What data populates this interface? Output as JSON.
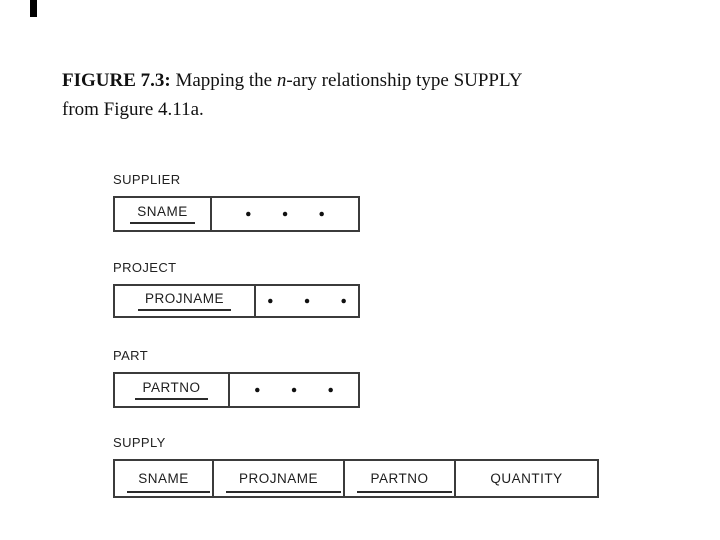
{
  "caption": {
    "bold": "FIGURE 7.3:",
    "after_bold": " Mapping the ",
    "italic": "n",
    "after_italic": "-ary relationship type SUPPLY",
    "line2": "from Figure 4.11a."
  },
  "diagram": {
    "tables": [
      {
        "name": "SUPPLIER",
        "columns": [
          {
            "label": "SNAME",
            "underlined": true
          },
          {
            "label": ". . .",
            "underlined": false
          }
        ]
      },
      {
        "name": "PROJECT",
        "columns": [
          {
            "label": "PROJNAME",
            "underlined": true
          },
          {
            "label": ". . .",
            "underlined": false
          }
        ]
      },
      {
        "name": "PART",
        "columns": [
          {
            "label": "PARTNO",
            "underlined": true
          },
          {
            "label": ". . .",
            "underlined": false
          }
        ]
      },
      {
        "name": "SUPPLY",
        "columns": [
          {
            "label": "SNAME",
            "underlined": true
          },
          {
            "label": "PROJNAME",
            "underlined": true
          },
          {
            "label": "PARTNO",
            "underlined": true
          },
          {
            "label": "QUANTITY",
            "underlined": false
          }
        ]
      }
    ]
  },
  "colors": {
    "background": "#ffffff",
    "text": "#111111",
    "border": "#3b3b3b",
    "underline": "#2b2b2b",
    "edge_mark": "#000000"
  }
}
